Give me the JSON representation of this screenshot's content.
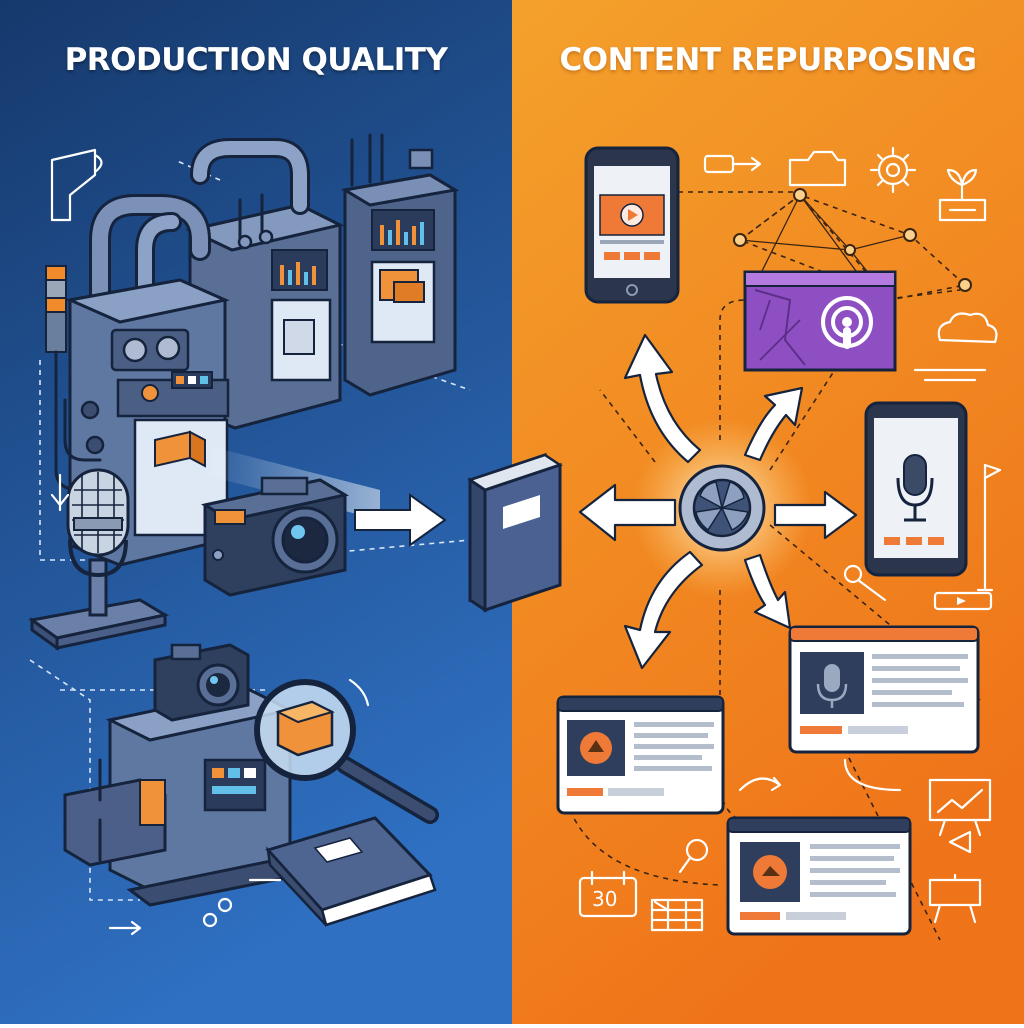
{
  "left_panel": {
    "title": "PRODUCTION QUALITY",
    "background_top": "#16396c",
    "background_bottom": "#2f70c2"
  },
  "right_panel": {
    "title": "CONTENT REPURPOSING",
    "background_top": "#f4a12c",
    "background_bottom": "#ef7419"
  },
  "accents": {
    "machine_body": "#5f78a2",
    "outline": "#15233d",
    "product_orange": "#f0923a",
    "podcast_purple": "#8e4fc2",
    "screen_orange": "#ef7a37"
  },
  "calendar_label": "30",
  "icons": [
    "factory-machine-icon",
    "microphone-icon",
    "camera-icon",
    "magnifying-glass-icon",
    "book-icon",
    "hub-icon",
    "smartphone-video-icon",
    "podcast-window-icon",
    "phone-mic-icon",
    "blog-window-icon",
    "network-graph-icon",
    "gear-icon"
  ]
}
